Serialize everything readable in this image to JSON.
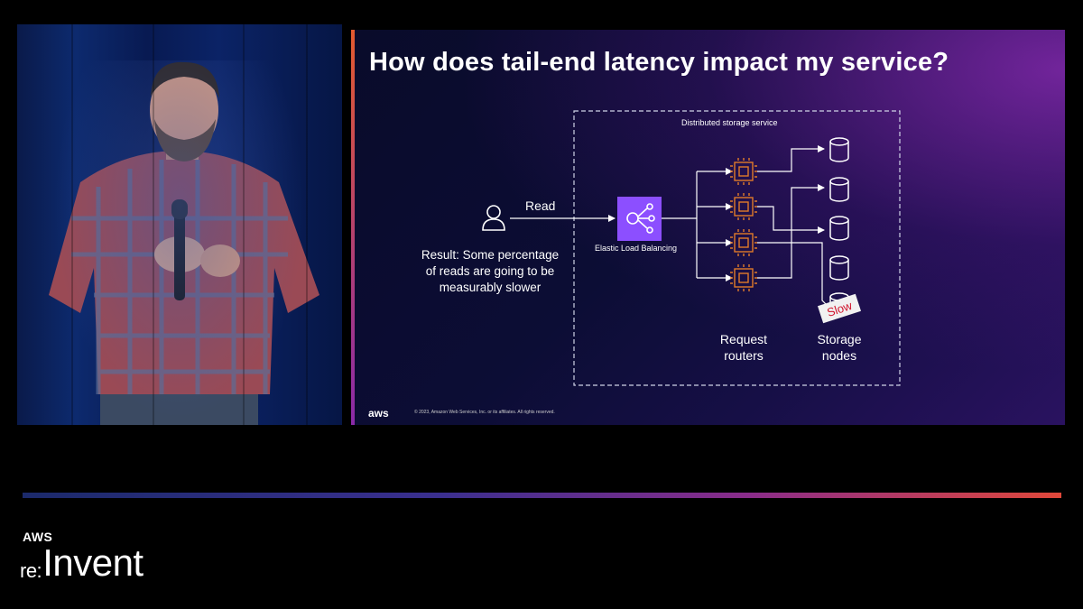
{
  "slide": {
    "title": "How does tail-end latency impact my service?",
    "service_label": "Distributed storage service",
    "read_label": "Read",
    "result_lines": [
      "Result: Some percentage",
      "of reads are going to be",
      "measurably slower"
    ],
    "elb_label": "Elastic Load Balancing",
    "routers_label_lines": [
      "Request",
      "routers"
    ],
    "storage_label_lines": [
      "Storage",
      "nodes"
    ],
    "slow_badge": "Slow",
    "footer_logo": "aws",
    "footer_copyright": "© 2023, Amazon Web Services, Inc. or its affiliates. All rights reserved."
  },
  "branding": {
    "aws": "AWS",
    "re": "re:",
    "invent": "Invent"
  },
  "colors": {
    "elb_purple": "#8c4fff",
    "router_orange": "#e07a2a",
    "slow_red": "#d0142c",
    "dashed_border": "#cfd3e6"
  }
}
